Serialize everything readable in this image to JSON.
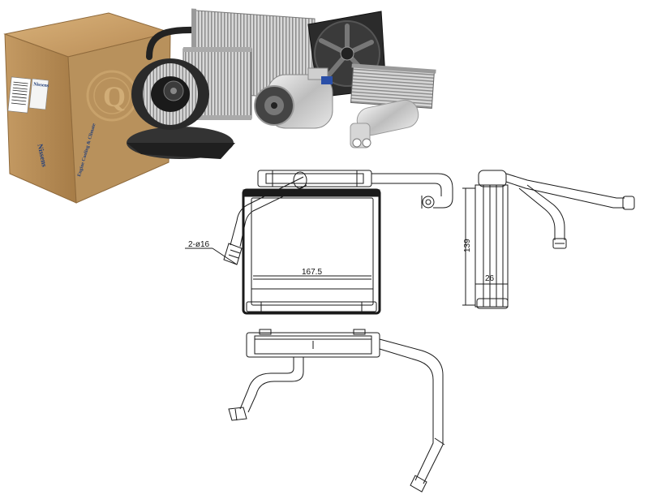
{
  "product_photo": {
    "box_logo": "Nissens",
    "box_side_text": "Engine Cooling & Climate",
    "seal_letter": "Q"
  },
  "drawing": {
    "dimensions": {
      "pipe_diameter": "2-ø16",
      "core_width": "167.5",
      "core_height": "139",
      "core_depth": "26"
    }
  },
  "colors": {
    "line": "#1a1a1a",
    "box": "#b38a55",
    "box_dark": "#8f6a3c"
  }
}
